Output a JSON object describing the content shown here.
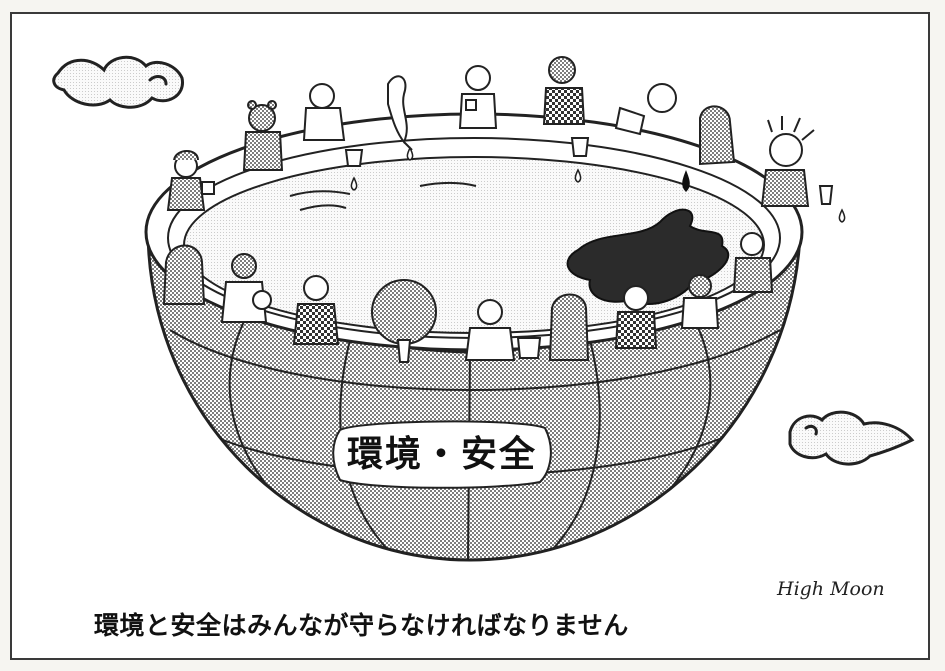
{
  "illustration": {
    "bowl_label": "環境・安全",
    "caption": "環境と安全はみんなが守らなければなりません",
    "signature": "High Moon"
  }
}
